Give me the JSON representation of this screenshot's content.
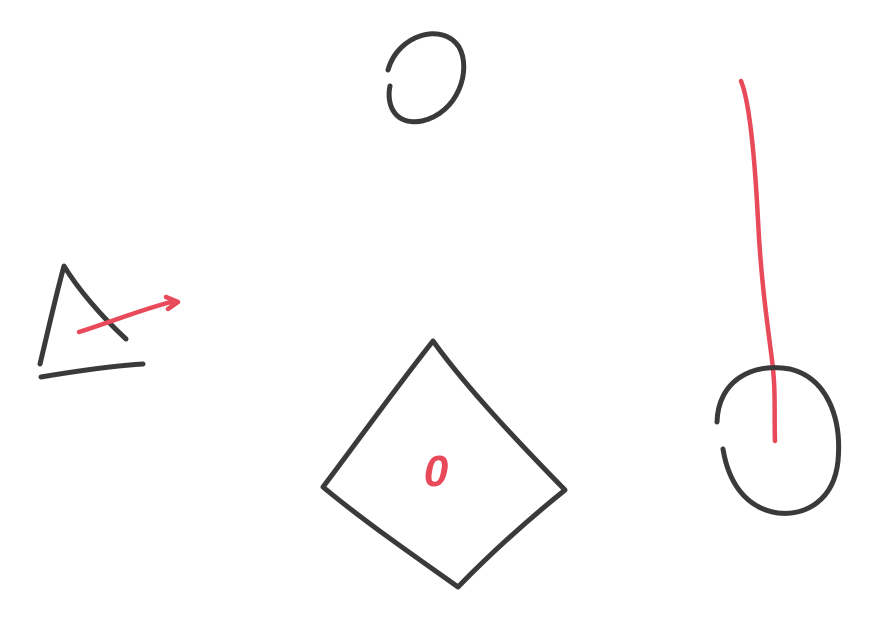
{
  "diagram": {
    "background_color": "#ffffff",
    "ink_colors": {
      "dark": "#3a3a3a",
      "red": "#e84a5a"
    },
    "shapes": [
      {
        "name": "open-circle-top",
        "kind": "circle",
        "stroke": "dark"
      },
      {
        "name": "triangle-left",
        "kind": "triangle",
        "stroke": "dark"
      },
      {
        "name": "arrow-left",
        "kind": "arrow",
        "stroke": "red"
      },
      {
        "name": "diamond-center",
        "kind": "diamond",
        "stroke": "dark"
      },
      {
        "name": "open-circle-right",
        "kind": "circle",
        "stroke": "dark"
      },
      {
        "name": "vertical-line-right",
        "kind": "line",
        "stroke": "red"
      }
    ],
    "labels": {
      "diamond_center": "0"
    }
  }
}
